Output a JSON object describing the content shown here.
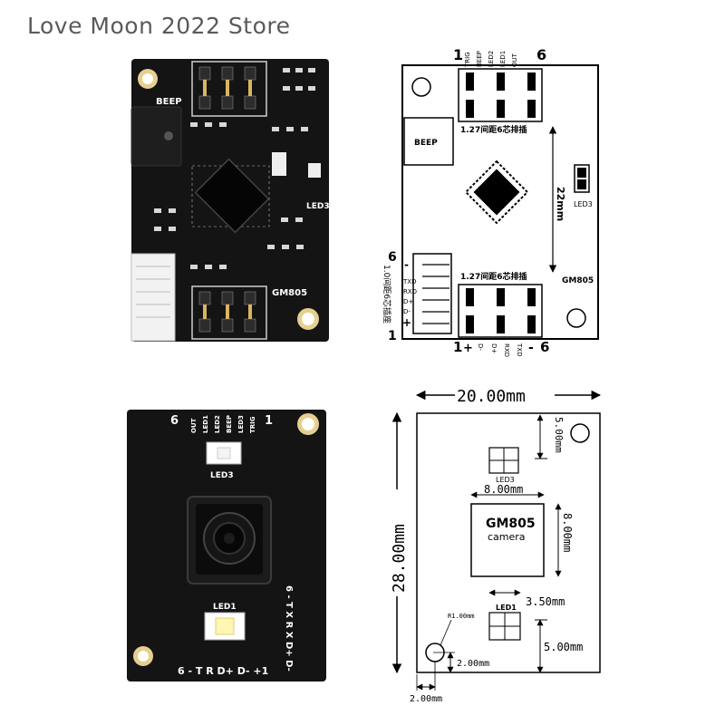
{
  "store_title": "Love Moon 2022 Store",
  "colors": {
    "pcb": "#141414",
    "silk": "#ffffff",
    "ink": "#000000",
    "title": "#5a5a5a"
  },
  "board_top": {
    "beep": "BEEP",
    "led3": "LED3",
    "gm805": "GM805"
  },
  "schematic": {
    "top_pin_1": "1",
    "top_pin_6": "6",
    "top_pins": [
      "TRIG",
      "BEEP",
      "LED2",
      "LED1",
      "OUT"
    ],
    "beep": "BEEP",
    "header_label_top": "1.27间距6芯排插",
    "header_label_bottom": "1.27间距6芯排插",
    "gm805": "GM805",
    "led3": "LED3",
    "dim_22": "22mm",
    "left_6": "6",
    "left_minus": "-",
    "left_plus": "+",
    "left_1": "1",
    "left_pins": [
      "TXD",
      "RXD",
      "D+",
      "D-"
    ],
    "left_connector_label": "1.0间距6芯插座",
    "bottom_1": "1",
    "bottom_plus": "+",
    "bottom_pins": [
      "D-",
      "D+",
      "RXD",
      "TXD"
    ],
    "bottom_minus": "-",
    "bottom_6": "6"
  },
  "board_bottom": {
    "pin_6": "6",
    "pin_1": "1",
    "pins": [
      "OUT",
      "LED1",
      "LED2",
      "BEEP",
      "LED3",
      "TRIG"
    ],
    "led3": "LED3",
    "led1": "LED1",
    "bottom_row": "6 - T R D+ D- +1",
    "side_row": "6 - T X R X D+ D-"
  },
  "dimensions": {
    "width": "20.00mm",
    "height": "28.00mm",
    "led3_top": "5.00mm",
    "led3": "LED3",
    "cam_width": "8.00mm",
    "cam_name": "GM805",
    "cam_sub": "camera",
    "cam_height": "8.00mm",
    "led1": "LED1",
    "led1_gap": "3.50mm",
    "hole_r": "R1.00mm",
    "hole_y": "2.00mm",
    "bottom_gap": "5.00mm",
    "hole_x": "2.00mm"
  }
}
